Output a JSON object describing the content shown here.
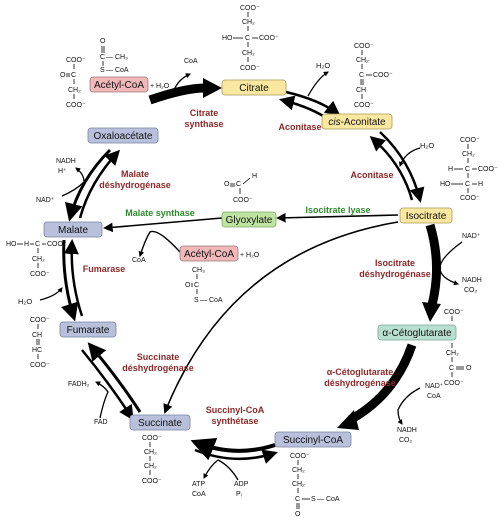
{
  "colors": {
    "arrow": "#000000",
    "enzyme_red": "#8a2a2a",
    "enzyme_green": "#2f8a2f",
    "box_yellow": "#fbe8a0",
    "box_blue": "#b8c0dc",
    "box_green": "#bfe3a0",
    "box_red": "#f0b8b8",
    "box_teal": "#b8e0d0"
  },
  "metabolites": {
    "acetylcoa_top": "Acétyl-CoA",
    "citrate": "Citrate",
    "cis_aconitate_prefix": "cis",
    "cis_aconitate_suffix": "-Aconitate",
    "isocitrate": "Isocitrate",
    "alpha_ketoglutarate": "α-Cétoglutarate",
    "succinyl_coa": "Succinyl-CoA",
    "succinate": "Succinate",
    "fumarate": "Fumarate",
    "malate": "Malate",
    "oxaloacetate": "Oxaloacétate",
    "glyoxylate": "Glyoxylate",
    "acetylcoa_mid": "Acétyl-CoA"
  },
  "enzymes": {
    "citrate_synthase_1": "Citrate",
    "citrate_synthase_2": "synthase",
    "aconitase_1": "Aconitase",
    "aconitase_2": "Aconitase",
    "idh_1": "Isocitrate",
    "idh_2": "déshydrogénase",
    "akgdh_1": "α-Cétoglutarate",
    "akgdh_2": "déshydrogénase",
    "scs_1": "Succinyl-CoA",
    "scs_2": "synthétase",
    "sdh_1": "Succinate",
    "sdh_2": "déshydrogénase",
    "fumarase": "Fumarase",
    "mdh_1": "Malate",
    "mdh_2": "déshydrogénase",
    "isocitrate_lyase": "Isocitrate lyase",
    "malate_synthase": "Malate synthase"
  },
  "side_molecules": {
    "h2o_citrate": "+ H₂O",
    "coa_citrate": "CoA",
    "h2o_aconitase1": "H₂O",
    "h2o_aconitase2": "H₂O",
    "nad_idh": "NAD⁺",
    "nadh_idh": "NADH",
    "co2_idh": "CO₂",
    "nad_akg": "NAD⁺",
    "coa_akg": "CoA",
    "nadh_akg": "NADH",
    "co2_akg": "CO₂",
    "atp_scs": "ATP",
    "coa_scs": "CoA",
    "adp_scs": "ADP",
    "pi_scs": "Pᵢ",
    "fad_sdh": "FAD",
    "fadh2_sdh": "FADH₂",
    "h2o_fumarase": "H₂O",
    "nad_mdh": "NAD⁺",
    "nadh_mdh": "NADH",
    "h_mdh": "H⁺",
    "h2o_malsyn": "+ H₂O",
    "coa_malsyn": "CoA"
  },
  "structures": {
    "coo_minus": "COO⁻",
    "ch2": "CH₂",
    "ho": "HO",
    "h": "H",
    "c": "C",
    "o": "O",
    "ch": "CH",
    "hc": "HC",
    "ch3": "CH₃",
    "s_coa": "S",
    "coa": "CoA",
    "dash_coa": "— CoA",
    "dash_ch3": "— CH₃"
  }
}
